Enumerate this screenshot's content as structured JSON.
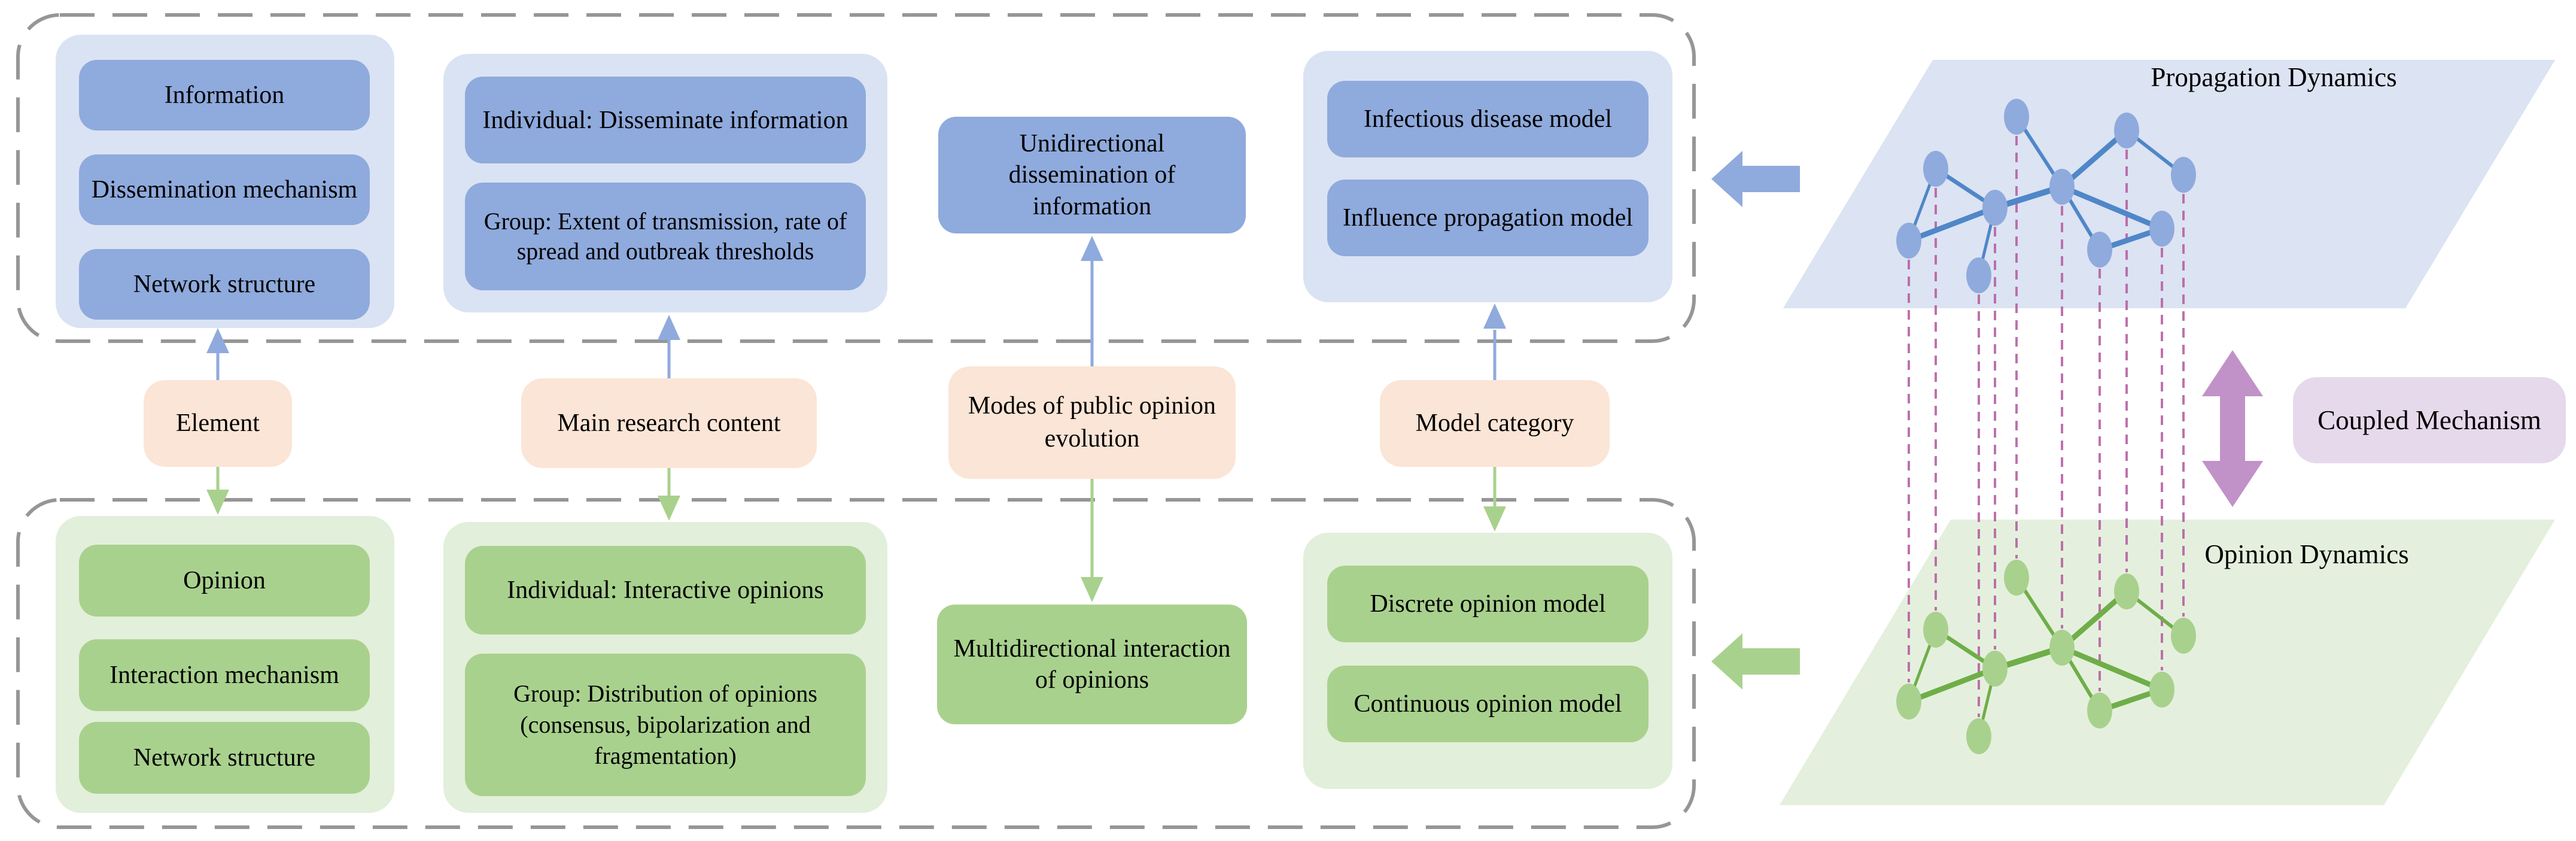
{
  "middle_labels": [
    "Element",
    "Main research content",
    "Modes of public opinion evolution",
    "Model category"
  ],
  "propagation": {
    "elements": [
      "Information",
      "Dissemination mechanism",
      "Network structure"
    ],
    "research": [
      "Individual: Disseminate information",
      "Group: Extent of transmission, rate of spread and outbreak thresholds"
    ],
    "mode": "Unidirectional dissemination of information",
    "models": [
      "Infectious disease model",
      "Influence propagation model"
    ],
    "plane_label": "Propagation Dynamics"
  },
  "opinion": {
    "elements": [
      "Opinion",
      "Interaction mechanism",
      "Network structure"
    ],
    "research": [
      "Individual: Interactive opinions",
      "Group: Distribution of opinions (consensus, bipolarization and fragmentation)"
    ],
    "mode": "Multidirectional interaction of opinions",
    "models": [
      "Discrete opinion model",
      "Continuous opinion model"
    ],
    "plane_label": "Opinion Dynamics"
  },
  "coupled": {
    "label": "Coupled Mechanism"
  },
  "network": {
    "node_count_per_plane": 10,
    "coupling_links": 10
  },
  "colors": {
    "blue_box": "#8FAADC",
    "blue_container": "#DAE3F3",
    "blue_plane": "#DCE3F2",
    "blue_edge": "#4F87C8",
    "green_box": "#A9D18E",
    "green_container": "#E2EFDA",
    "green_plane": "#E4F0DD",
    "green_edge": "#6FAE49",
    "orange_box": "#FBE5D6",
    "coupled_box": "#E6D9EC",
    "coupled_arrow": "#C192C7",
    "coupling_link": "#B763A4",
    "dashed_border": "#969696"
  }
}
